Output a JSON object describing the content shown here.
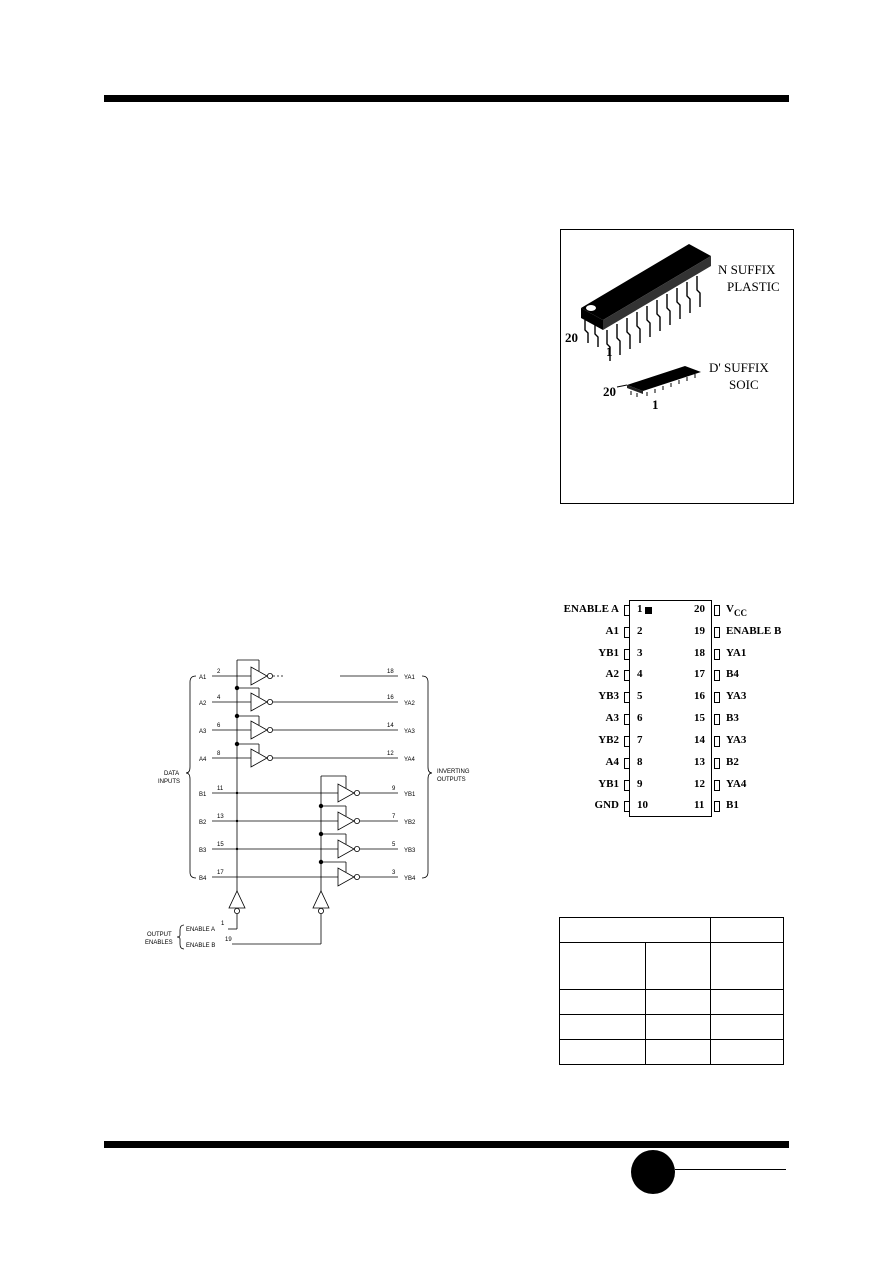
{
  "package": {
    "plastic_suffix": "N SUFFIX",
    "plastic_type": "PLASTIC",
    "soic_suffix": "D' SUFFIX",
    "soic_type": "SOIC",
    "plastic_pin_20": "20",
    "plastic_pin_1": "1",
    "soic_pin_20": "20",
    "soic_pin_1": "1"
  },
  "pinout": {
    "left": [
      {
        "name": "ENABLE A",
        "num": "1"
      },
      {
        "name": "A1",
        "num": "2"
      },
      {
        "name": "YB1",
        "num": "3"
      },
      {
        "name": "A2",
        "num": "4"
      },
      {
        "name": "YB3",
        "num": "5"
      },
      {
        "name": "A3",
        "num": "6"
      },
      {
        "name": "YB2",
        "num": "7"
      },
      {
        "name": "A4",
        "num": "8"
      },
      {
        "name": "YB1",
        "num": "9"
      },
      {
        "name": "GND",
        "num": "10"
      }
    ],
    "right": [
      {
        "num": "20",
        "name": "V",
        "sub": "CC"
      },
      {
        "num": "19",
        "name": "ENABLE B"
      },
      {
        "num": "18",
        "name": "YA1"
      },
      {
        "num": "17",
        "name": "B4"
      },
      {
        "num": "16",
        "name": "YA3"
      },
      {
        "num": "15",
        "name": "B3"
      },
      {
        "num": "14",
        "name": "YA3"
      },
      {
        "num": "13",
        "name": "B2"
      },
      {
        "num": "12",
        "name": "YA4"
      },
      {
        "num": "11",
        "name": "B1"
      }
    ]
  },
  "logic": {
    "data_inputs_line1": "DATA",
    "data_inputs_line2": "INPUTS",
    "inverting_outputs_line1": "INVERTING",
    "inverting_outputs_line2": "OUTPUTS",
    "output_enables_line1": "OUTPUT",
    "output_enables_line2": "ENABLES",
    "enable_a": "ENABLE A",
    "enable_b": "ENABLE B",
    "enable_a_pin": "1",
    "enable_b_pin": "19",
    "a_rows": [
      {
        "in": "A1",
        "in_pin": "2",
        "out": "YA1",
        "out_pin": "18"
      },
      {
        "in": "A2",
        "in_pin": "4",
        "out": "YA2",
        "out_pin": "16"
      },
      {
        "in": "A3",
        "in_pin": "6",
        "out": "YA3",
        "out_pin": "14"
      },
      {
        "in": "A4",
        "in_pin": "8",
        "out": "YA4",
        "out_pin": "12"
      }
    ],
    "b_rows": [
      {
        "in": "B1",
        "in_pin": "11",
        "out": "YB1",
        "out_pin": "9"
      },
      {
        "in": "B2",
        "in_pin": "13",
        "out": "YB2",
        "out_pin": "7"
      },
      {
        "in": "B3",
        "in_pin": "15",
        "out": "YB3",
        "out_pin": "5"
      },
      {
        "in": "B4",
        "in_pin": "17",
        "out": "YB4",
        "out_pin": "3"
      }
    ]
  }
}
